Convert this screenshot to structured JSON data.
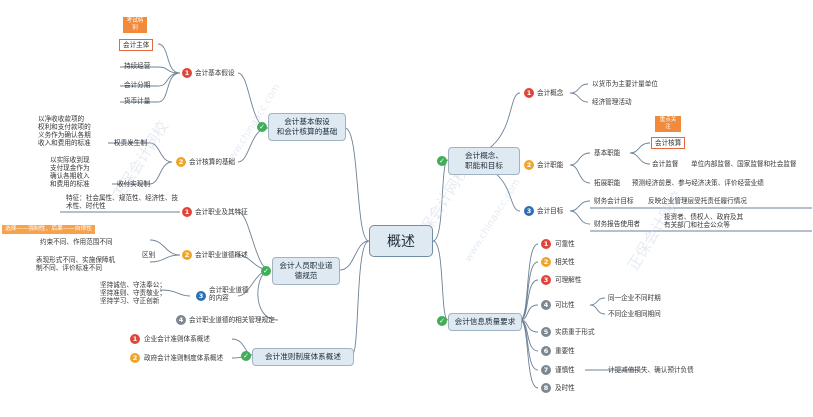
{
  "center": "概述",
  "watermark": "正保会计网校",
  "watermark_url": "www.chinaacc.com",
  "left": {
    "b1": {
      "title_lines": [
        "会计基本假设",
        "和会计核算的基础"
      ],
      "s1": {
        "num": "1",
        "label": "会计基本假设",
        "items": [
          "会计主体",
          "持续经营",
          "会计分期",
          "货币计量"
        ],
        "tag_lines": [
          "考试特",
          "别"
        ]
      },
      "s2": {
        "num": "2",
        "label": "会计核算的基础",
        "items": [
          "权责发生制",
          "收付实现制"
        ],
        "note_accrual": [
          "以净收收款项的",
          "权利和支付款项的",
          "义务作为确认各期",
          "收入和费用的标准"
        ],
        "note_cash": [
          "以实际收到现",
          "支付现金作为",
          "确认各期收入",
          "和费用的标准"
        ]
      }
    },
    "b2": {
      "title_lines": [
        "会计人员职业道",
        "德规范"
      ],
      "s1": {
        "num": "1",
        "label": "会计职业及其特征",
        "note_lines": [
          "特征：社会属性、规范性、经济性、技",
          "术性、时代性"
        ]
      },
      "s2": {
        "num": "2",
        "label": "会计职业道德概述",
        "band": "选择——强制性、后果——自律性",
        "band2": "约束不同、作用范围不同",
        "diff": "区别",
        "diff_note": [
          "表现形式不同、实施保障机",
          "制不同、评价标准不同"
        ]
      },
      "s3": {
        "num": "3",
        "label_lines": [
          "会计职业道德",
          "的内容"
        ],
        "note_lines": [
          "坚持诚信、守法奉公；",
          "坚持准则、守责敬业；",
          "坚持学习、守正创新"
        ]
      },
      "s4": {
        "num": "4",
        "label": "会计职业道德的相关管理规定"
      }
    },
    "b3": {
      "title": "会计准则制度体系概述",
      "s1": {
        "num": "1",
        "label": "企业会计准则体系概述"
      },
      "s2": {
        "num": "2",
        "label": "政府会计准则制度体系概述"
      }
    }
  },
  "right": {
    "b1": {
      "title_lines": [
        "会计概念、",
        "职能和目标"
      ],
      "s1": {
        "num": "1",
        "label": "会计概念",
        "items": [
          "以货币为主要计量单位",
          "经济管理活动"
        ]
      },
      "s2": {
        "num": "2",
        "label": "会计职能",
        "basic": "基本职能",
        "basic_items": [
          "会计核算",
          "会计监督"
        ],
        "supervise_note": "单位内部监督、国家监督和社会监督",
        "tag_lines": [
          "重点关",
          "注"
        ],
        "expand": "拓展职能",
        "expand_note": "预测经济前景、参与经济决策、评价经营业绩"
      },
      "s3": {
        "num": "3",
        "label": "会计目标",
        "items": [
          "财务会计目标",
          "财务报告使用者"
        ],
        "goal_note": "反映企业管理层受托责任履行情况",
        "users_note": [
          "投资者、债权人、政府及其",
          "有关部门和社会公众等"
        ]
      }
    },
    "b2": {
      "title": "会计信息质量要求",
      "items": [
        {
          "num": "1",
          "label": "可靠性"
        },
        {
          "num": "2",
          "label": "相关性"
        },
        {
          "num": "3",
          "label": "可理解性"
        },
        {
          "num": "4",
          "label": "可比性"
        },
        {
          "num": "5",
          "label": "实质重于形式"
        },
        {
          "num": "6",
          "label": "重要性"
        },
        {
          "num": "7",
          "label": "谨慎性"
        },
        {
          "num": "8",
          "label": "及时性"
        }
      ],
      "compare_notes": [
        "同一企业不同时期",
        "不同企业相同期间"
      ],
      "prudence_note": "计提减值损失、确认预计负债"
    }
  },
  "colors": {
    "line": "#6d8296",
    "topic_fill": "#dfe9f1",
    "red": "#e1453a",
    "orange": "#f0a52a",
    "blue": "#2b6fb7",
    "green": "#3fae57"
  }
}
